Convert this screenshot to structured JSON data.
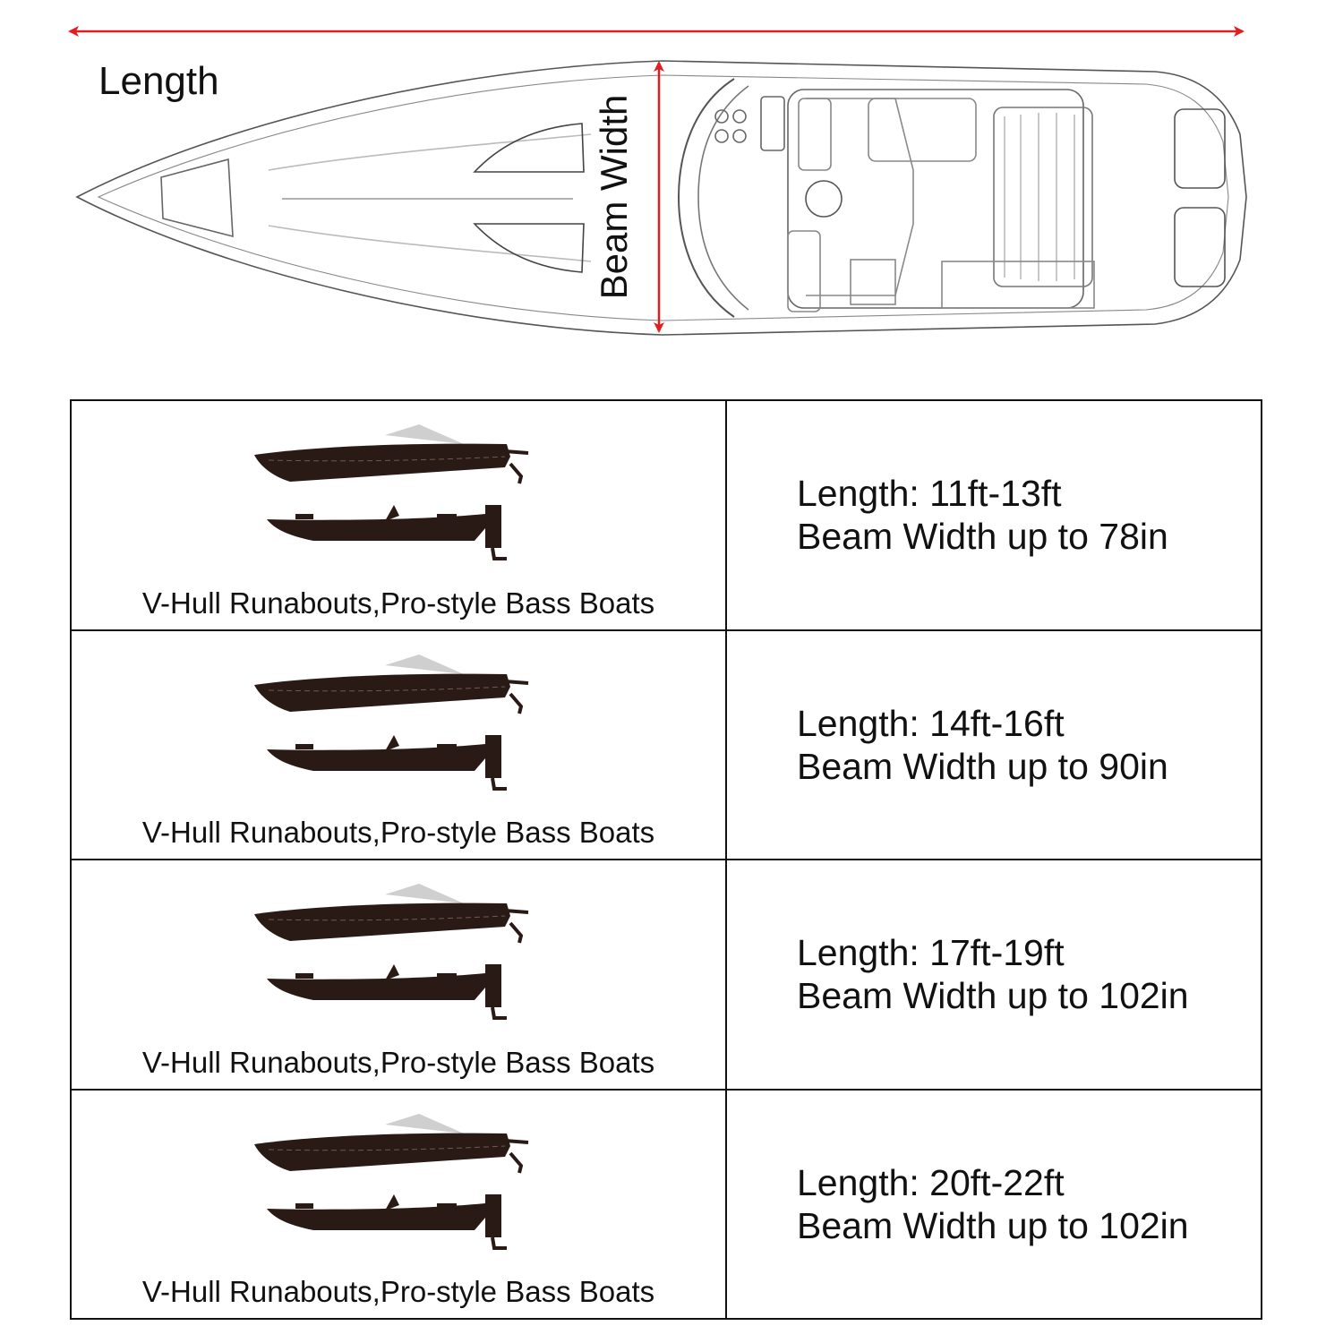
{
  "diagram": {
    "length_label": "Length",
    "beam_width_label": "Beam Width",
    "arrow_color": "#e02020"
  },
  "rows": [
    {
      "caption": "V-Hull Runabouts,Pro-style Bass Boats",
      "length": "Length: 11ft-13ft",
      "beam": "Beam Width up to 78in"
    },
    {
      "caption": "V-Hull Runabouts,Pro-style Bass Boats",
      "length": "Length: 14ft-16ft",
      "beam": "Beam Width up to 90in"
    },
    {
      "caption": "V-Hull Runabouts,Pro-style Bass Boats",
      "length": "Length: 17ft-19ft",
      "beam": "Beam Width up to 102in"
    },
    {
      "caption": "V-Hull Runabouts,Pro-style Bass Boats",
      "length": "Length: 20ft-22ft",
      "beam": "Beam Width up to 102in"
    }
  ]
}
